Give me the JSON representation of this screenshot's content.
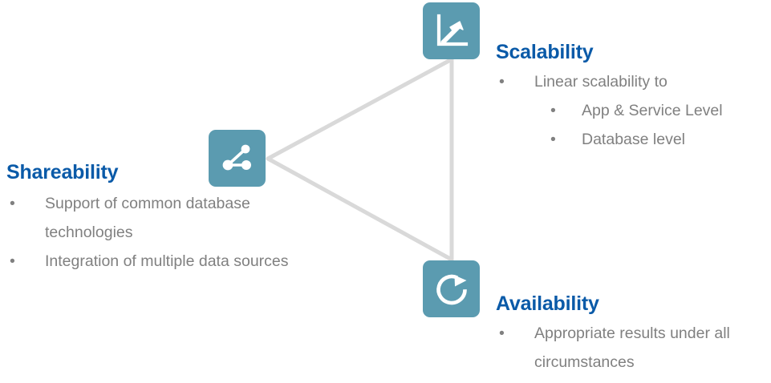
{
  "theme": {
    "background": "#ffffff",
    "heading_color": "#0a5aa8",
    "body_text_color": "#808080",
    "icon_tile_color": "#5b9bb0",
    "icon_glyph_color": "#ffffff",
    "connector_color": "#d9d9d9"
  },
  "nodes": [
    {
      "id": "scalability",
      "icon_name": "growth-chart-arrow-icon",
      "heading": "Scalability",
      "bullets": [
        {
          "level": 1,
          "text": "Linear scalability to"
        },
        {
          "level": 2,
          "text": "App & Service Level"
        },
        {
          "level": 2,
          "text": "Database level"
        }
      ]
    },
    {
      "id": "shareability",
      "icon_name": "share-network-icon",
      "heading": "Shareability",
      "bullets": [
        {
          "level": 1,
          "text": "Support of common database technologies"
        },
        {
          "level": 1,
          "text": "Integration of multiple data sources"
        }
      ]
    },
    {
      "id": "availability",
      "icon_name": "refresh-circle-arrow-icon",
      "heading": "Availability",
      "bullets": [
        {
          "level": 1,
          "text": "Appropriate results under all circumstances"
        }
      ]
    }
  ],
  "bullet_glyph": "•",
  "connectors": [
    {
      "from": "shareability",
      "to": "scalability"
    },
    {
      "from": "scalability",
      "to": "availability"
    },
    {
      "from": "availability",
      "to": "shareability"
    }
  ]
}
